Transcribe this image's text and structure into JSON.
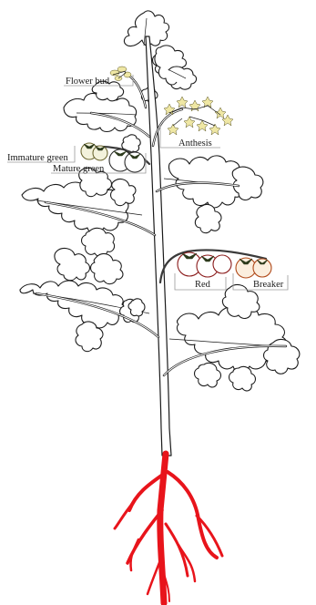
{
  "labels": {
    "flower_bud": "Flower bud",
    "anthesis": "Anthesis",
    "immature_green": "Immature green",
    "mature_green": "Mature green",
    "red": "Red",
    "breaker": "Breaker"
  },
  "colors": {
    "root": "#e8141b",
    "flower": "#efe7a4",
    "immature_green_fruit": "#f3f2dc",
    "mature_green_fruit": "#ffffff",
    "red_fruit_stroke": "#8a1a1a",
    "breaker_fruit_stroke": "#b04a1a",
    "breaker_fruit_fill": "#fbeede",
    "outline": "#1a1a1a",
    "callout": "#9a9a9a"
  }
}
